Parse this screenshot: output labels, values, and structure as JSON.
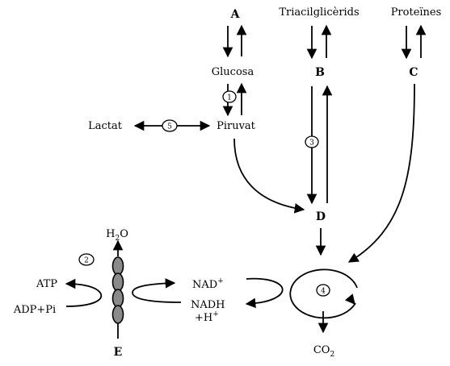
{
  "nodes": {
    "A": "A",
    "triacilglicerids": "Triacilglicèrids",
    "proteines": "Proteïnes",
    "glucosa": "Glucosa",
    "B": "B",
    "C": "C",
    "lactat": "Lactat",
    "piruvat": "Piruvat",
    "D": "D",
    "E": "E",
    "atp": "ATP",
    "adp_pi": "ADP+Pi",
    "nad_plus": {
      "base": "NAD",
      "sup": "+"
    },
    "nadh": "NADH",
    "h_plus": {
      "base": "+H",
      "sup": "+"
    },
    "h2o": {
      "base": "H",
      "sub": "2",
      "tail": "O"
    },
    "co2": {
      "base": "CO",
      "sub": "2"
    }
  },
  "markers": [
    "1",
    "2",
    "3",
    "4",
    "5"
  ]
}
